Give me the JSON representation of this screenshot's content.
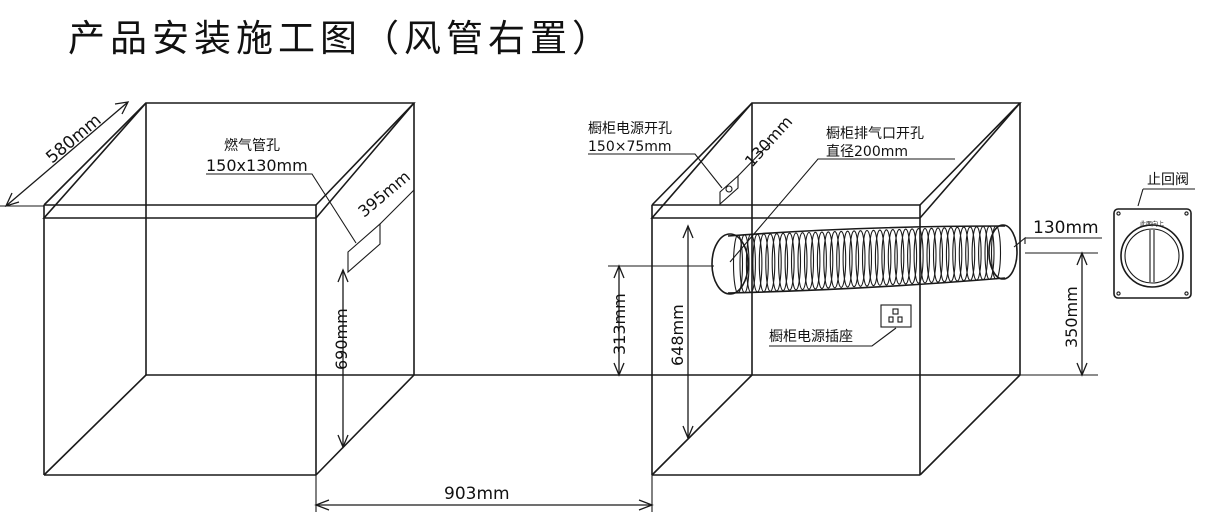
{
  "title": "产品安装施工图（风管右置）",
  "labels": {
    "depth_580": "580mm",
    "gas_pipe_hole": "燃气管孔",
    "gas_pipe_size": "150x130mm",
    "gas_offset_395": "395mm",
    "gas_height_690": "690mm",
    "gap_903": "903mm",
    "cabinet_power_hole": "橱柜电源开孔",
    "cabinet_power_hole_size": "150×75mm",
    "power_offset_130": "130mm",
    "exhaust_hole": "橱柜排气口开孔",
    "exhaust_diameter": "直径200mm",
    "height_313": "313mm",
    "height_648": "648mm",
    "power_socket": "橱柜电源插座",
    "duct_130": "130mm",
    "height_350": "350mm",
    "check_valve": "止回阀",
    "valve_plate_text": "此面向上"
  }
}
